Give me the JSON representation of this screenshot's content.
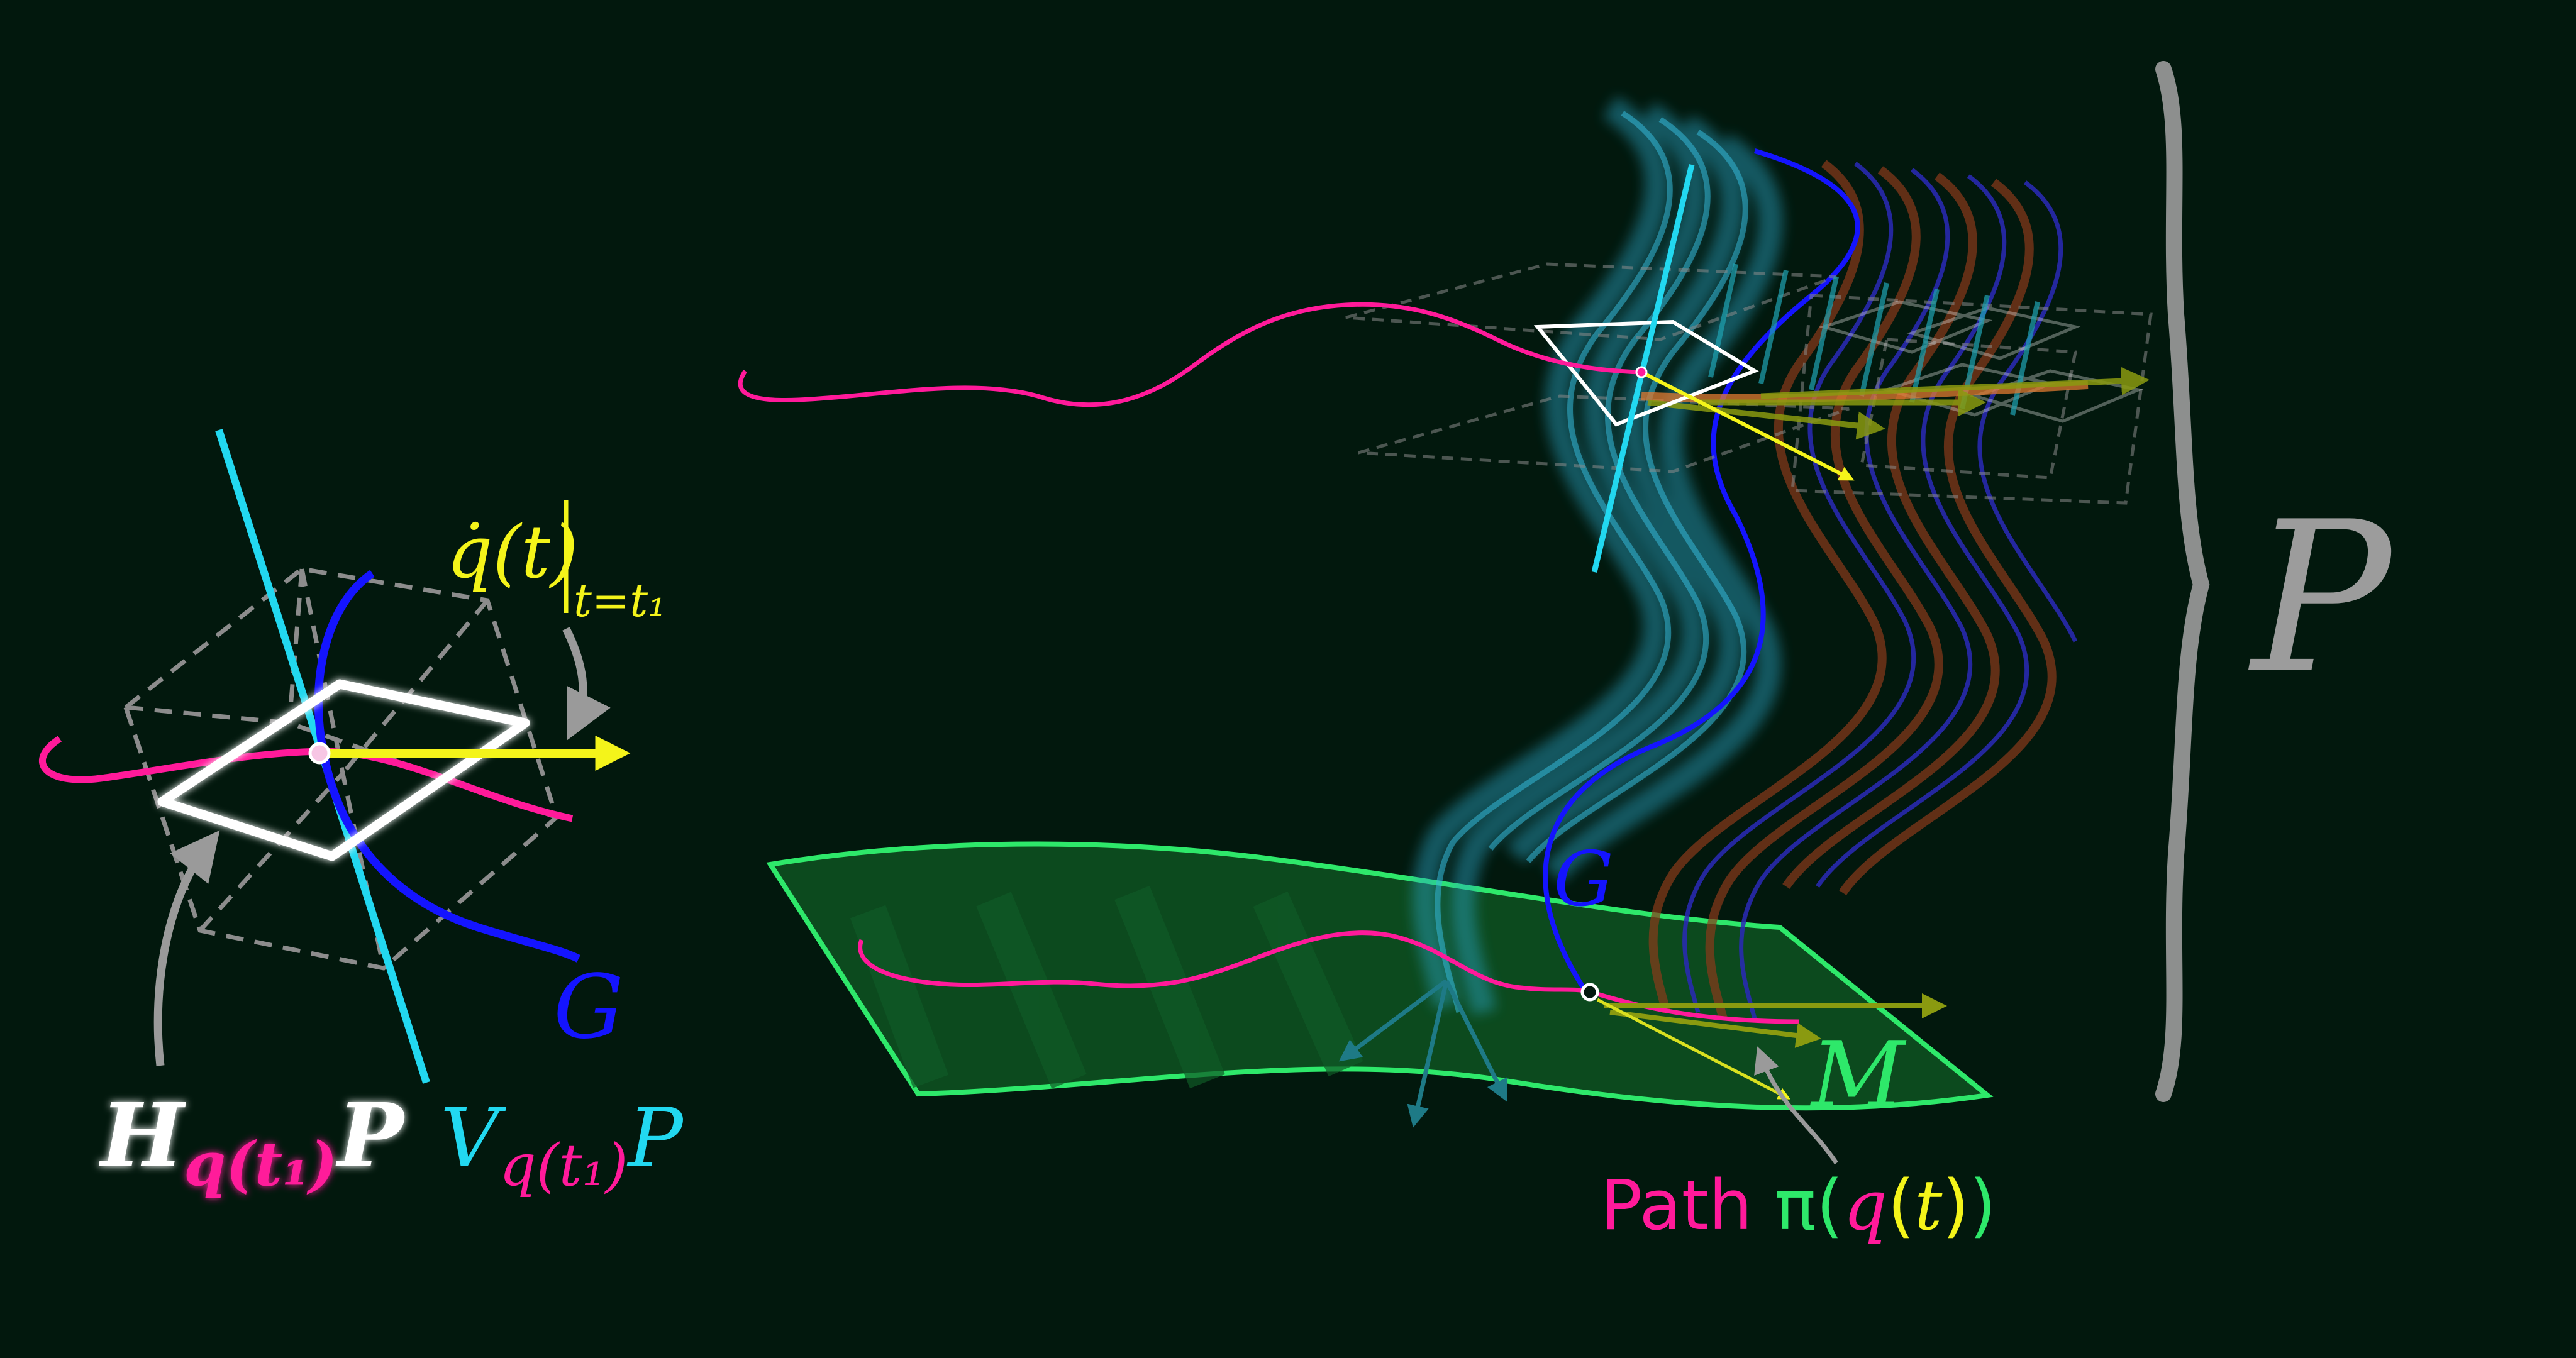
{
  "labels": {
    "h_base": "H",
    "h_sub": "q(t₁)",
    "h_tail": "P",
    "v_base": "V",
    "v_sub": "q(t₁)",
    "v_tail": "P",
    "g_left": "G",
    "qdot": "q̇(t)",
    "qdot_sub": "t=t₁",
    "p_big": "P",
    "g_right": "G",
    "m": "M",
    "path_word": "Path",
    "path_pi": "π",
    "path_q": "q",
    "path_t": "t"
  },
  "colors": {
    "background": "#02180d",
    "magenta": "#ff1a9a",
    "cyan": "#22d8f0",
    "blue": "#1414ff",
    "yellow": "#f4f41a",
    "green": "#2ee86a",
    "white": "#ffffff",
    "gray": "#9a9a9a"
  }
}
